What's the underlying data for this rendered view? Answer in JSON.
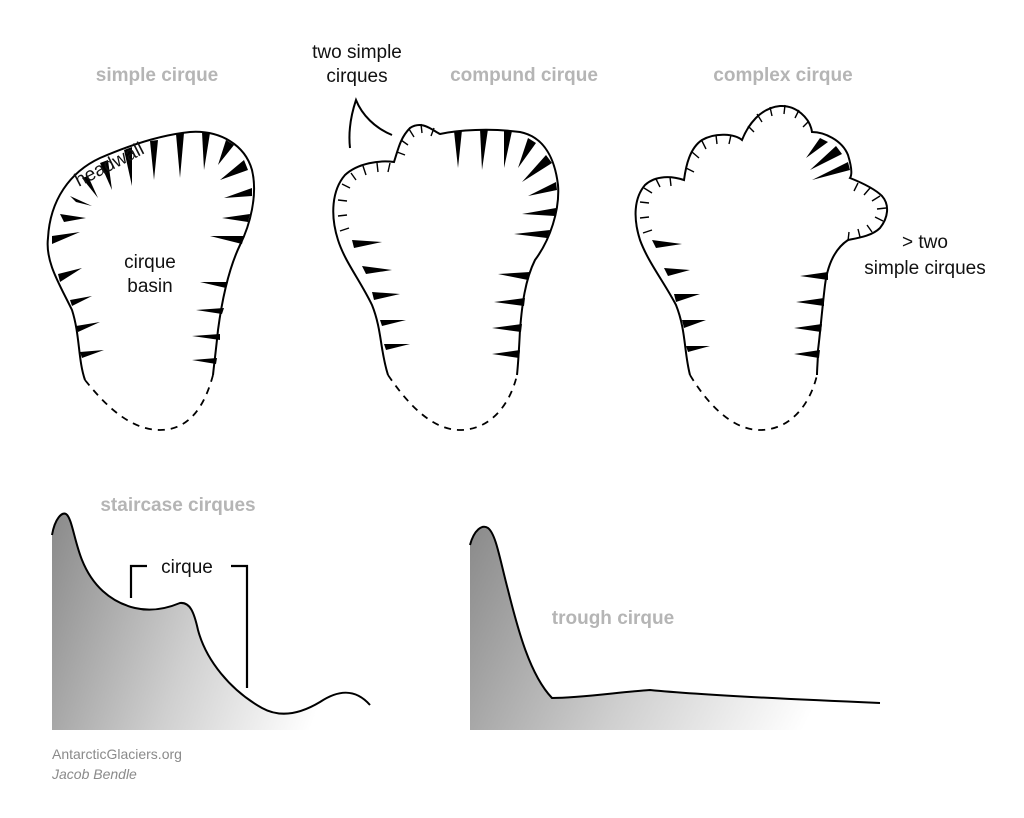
{
  "panels": {
    "simple": {
      "title": "simple cirque",
      "headwall_label": "headwall",
      "basin_label_1": "cirque",
      "basin_label_2": "basin"
    },
    "compound": {
      "title": "compund cirque",
      "note_1": "two simple",
      "note_2": "cirques"
    },
    "complex": {
      "title": "complex cirque",
      "note_1": "> two",
      "note_2": "simple cirques"
    },
    "staircase": {
      "title": "staircase cirques",
      "cirque_label": "cirque"
    },
    "trough": {
      "title": "trough cirque"
    }
  },
  "credits": {
    "site": "AntarcticGlaciers.org",
    "author": "Jacob Bendle"
  },
  "colors": {
    "title_gray": "#b5b5b5",
    "credit_gray": "#8a8a8a",
    "fill_dark": "#8c8c8c",
    "fill_light": "#ffffff"
  }
}
